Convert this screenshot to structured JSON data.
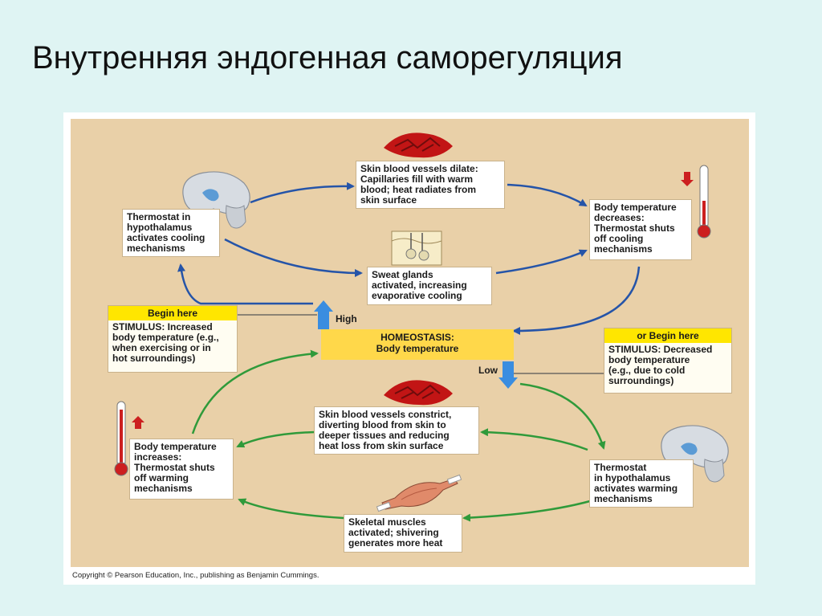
{
  "slide": {
    "title": "Внутренняя эндогенная саморегуляция",
    "copyright": "Copyright © Pearson Education, Inc., publishing as Benjamin Cummings."
  },
  "diagram": {
    "homeostasis": {
      "label": "HOMEOSTASIS:",
      "sub": "Body temperature"
    },
    "high_label": "High",
    "low_label": "Low",
    "top_cycle": {
      "begin_here": "Begin here",
      "stimulus": "STIMULUS: Increased\nbody temperature (e.g.,\nwhen exercising or in\nhot surroundings)",
      "thermostat": "Thermostat in\nhypothalamus\nactivates cooling\nmechanisms",
      "vessels": "Skin blood vessels dilate:\nCapillaries fill with warm\nblood; heat radiates from\nskin surface",
      "sweat": "Sweat glands\nactivated, increasing\nevaporative cooling",
      "result": "Body temperature\ndecreases:\nThermostat shuts\noff cooling\nmechanisms"
    },
    "bottom_cycle": {
      "begin_here": "or Begin here",
      "stimulus": "STIMULUS: Decreased\nbody temperature\n(e.g., due to cold\nsurroundings)",
      "thermostat": "Thermostat\nin hypothalamus\nactivates warming\nmechanisms",
      "vessels": "Skin blood vessels constrict,\ndiverting blood from skin to\ndeeper tissues and reducing\nheat loss from skin surface",
      "muscles": "Skeletal muscles\nactivated; shivering\ngenerates more heat",
      "result": "Body temperature\nincreases:\nThermostat shuts\noff warming\nmechanisms"
    },
    "colors": {
      "background": "#dff4f3",
      "panel": "#e9d0a8",
      "highlight": "#ffe600",
      "cooling_arrows": "#2554a8",
      "warming_arrows": "#2f9a3a",
      "high_low_arrows": "#3a8de0",
      "thermometer_red": "#cc1f1f"
    }
  }
}
